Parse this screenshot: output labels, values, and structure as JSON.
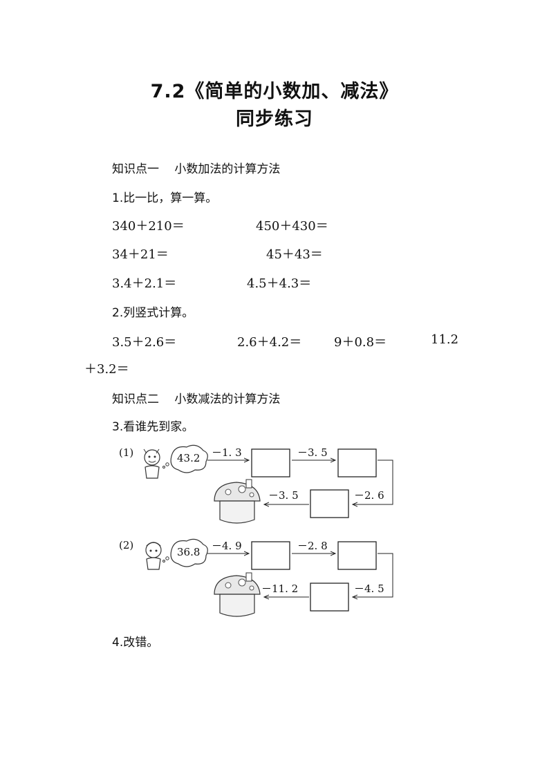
{
  "title": {
    "line1": "7.2《简单的小数加、减法》",
    "line2": "同步练习"
  },
  "section1": {
    "heading": "知识点一　 小数加法的计算方法",
    "q1": {
      "label": "1.比一比，算一算。",
      "rows": [
        [
          "340＋210＝",
          "450＋430＝"
        ],
        [
          "34＋21＝",
          "45＋43＝"
        ],
        [
          "3.4＋2.1＝",
          "4.5＋4.3＝"
        ]
      ]
    },
    "q2": {
      "label": "2.列竖式计算。",
      "items": [
        "3.5＋2.6＝",
        "2.6＋4.2＝",
        "9＋0.8＝",
        "11.2",
        "＋3.2＝"
      ]
    }
  },
  "section2": {
    "heading": "知识点二　 小数减法的计算方法",
    "q3": {
      "label": "3.看谁先到家。",
      "paths": [
        {
          "tag": "(1)",
          "start": "43.2",
          "steps": [
            "－1. 3",
            "－3. 5",
            "－2. 6",
            "－3. 5"
          ]
        },
        {
          "tag": "(2)",
          "start": "36.8",
          "steps": [
            "－4. 9",
            "－2. 8",
            "－4. 5",
            "－11. 2"
          ]
        }
      ]
    },
    "q4": {
      "label": "4.改错。"
    }
  }
}
